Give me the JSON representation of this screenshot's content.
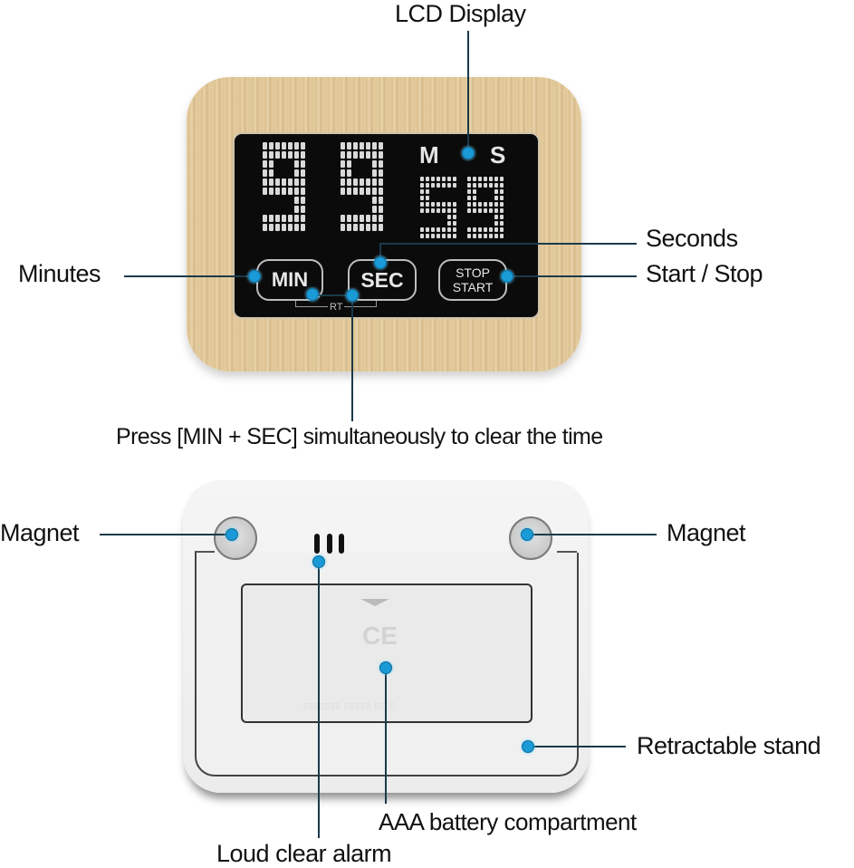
{
  "diagram": {
    "title_label": "LCD Display",
    "top_device": {
      "display": {
        "minutes_digits": [
          "9",
          "9"
        ],
        "seconds_digits": [
          "5",
          "9"
        ],
        "minute_unit": "M",
        "second_unit": "S"
      },
      "buttons": {
        "min": "MIN",
        "sec": "SEC",
        "stop": "STOP",
        "start": "START",
        "reset_marker": "RT"
      },
      "wood_color": "#e3c99a",
      "lcd_color": "#0b0b0b"
    },
    "bottom_device": {
      "ce_mark": "CE",
      "body_color": "#f0f0f0"
    },
    "labels": {
      "minutes": "Minutes",
      "seconds": "Seconds",
      "start_stop": "Start / Stop",
      "clear_hint": "Press [MIN + SEC] simultaneously to clear the time",
      "magnet_left": "Magnet",
      "magnet_right": "Magnet",
      "retractable_stand": "Retractable stand",
      "battery": "AAA battery compartment",
      "alarm": "Loud clear alarm"
    },
    "callout_color": "#1a9ad6",
    "leader_line_color": "#1b3a4a"
  }
}
